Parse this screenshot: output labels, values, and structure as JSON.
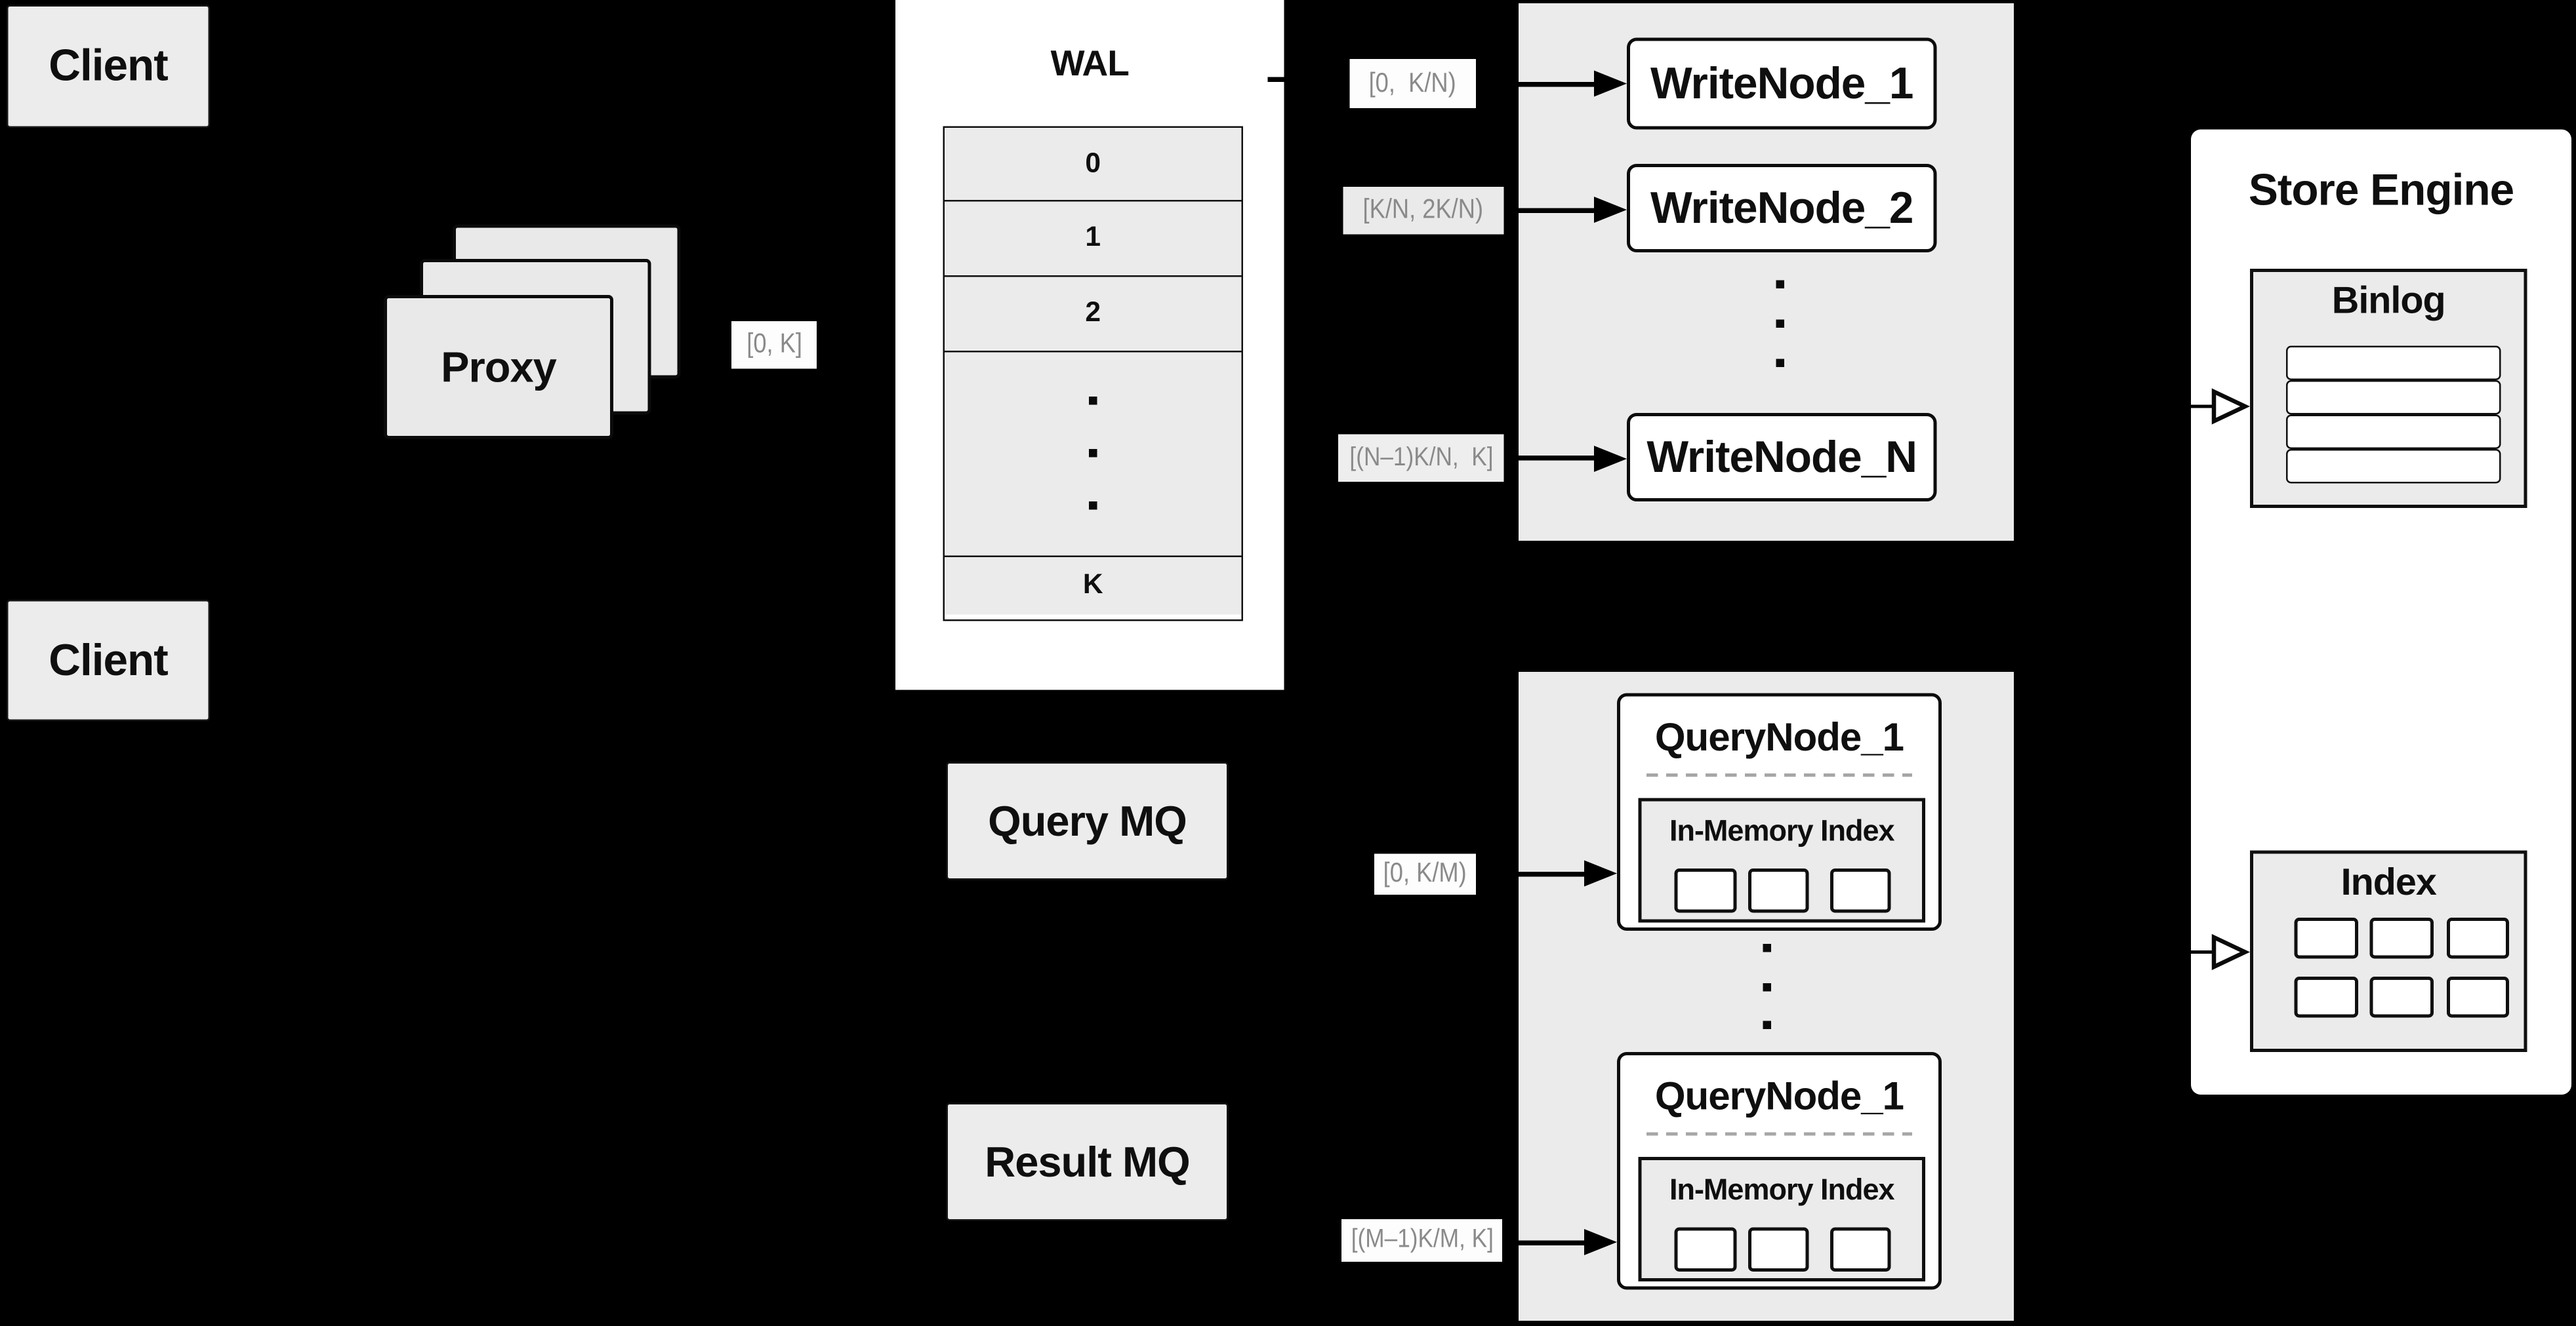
{
  "colors": {
    "background": "#000000",
    "panel_gray": "#ebebeb",
    "box_gray": "#ececec",
    "white": "#ffffff",
    "ink": "#0f0f0f",
    "muted_label_text": "#8a8a8a",
    "dashed_divider": "#a6a6a6"
  },
  "clients": {
    "top_label": "Client",
    "bottom_label": "Client"
  },
  "proxy": {
    "label": "Proxy",
    "range_chip": "[0, K]"
  },
  "wal": {
    "title": "WAL",
    "rows": [
      "0",
      "1",
      "2",
      "K"
    ],
    "ellipsis": "⋮"
  },
  "write_section": {
    "chips": [
      "[0,  K/N)",
      "[K/N, 2K/N)",
      "[(N–1)K/N,  K]"
    ],
    "nodes": [
      "WriteNode_1",
      "WriteNode_2",
      "WriteNode_N"
    ],
    "ellipsis": "⋮"
  },
  "mq": {
    "query_label": "Query MQ",
    "result_label": "Result MQ"
  },
  "query_section": {
    "chips": [
      "[0, K/M)",
      "[(M–1)K/M, K]"
    ],
    "nodes": [
      {
        "title": "QueryNode_1",
        "subtitle": "In-Memory Index"
      },
      {
        "title": "QueryNode_1",
        "subtitle": "In-Memory Index"
      }
    ],
    "ellipsis": "⋮"
  },
  "store_engine": {
    "title": "Store Engine",
    "binlog_title": "Binlog",
    "index_title": "Index"
  }
}
